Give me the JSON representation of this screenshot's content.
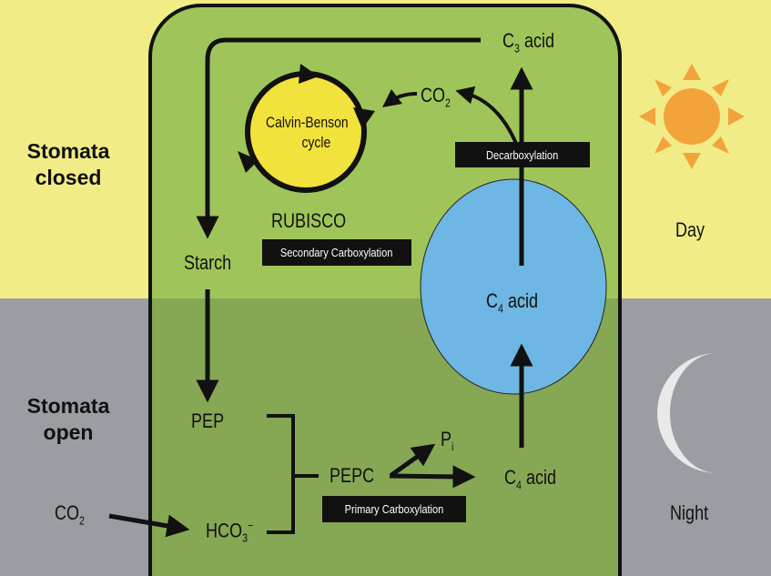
{
  "labels": {
    "stomata_closed_1": "Stomata",
    "stomata_closed_2": "closed",
    "stomata_open_1": "Stomata",
    "stomata_open_2": "open",
    "day": "Day",
    "night": "Night",
    "c3_acid_c": "C",
    "c3_acid_sub": "3",
    "c3_acid_rest": " acid",
    "co2_inner_main": "CO",
    "co2_inner_sub": "2",
    "calvin_line1": "Calvin-Benson",
    "calvin_line2": "cycle",
    "decarboxylation": "Decarboxylation",
    "rubisco": "RUBISCO",
    "secondary_carboxylation": "Secondary Carboxylation",
    "starch": "Starch",
    "c4_acid_mid_c": "C",
    "c4_acid_mid_sub": "4",
    "c4_acid_mid_rest": " acid",
    "pep": "PEP",
    "pepc": "PEPC",
    "pi_main": "P",
    "pi_sub": "i",
    "c4_acid_low_c": "C",
    "c4_acid_low_sub": "4",
    "c4_acid_low_rest": " acid",
    "primary_carboxylation": "Primary Carboxylation",
    "co2_outer_main": "CO",
    "co2_outer_sub": "2",
    "hco3_main": "HCO",
    "hco3_sub": "3",
    "hco3_sup": "−"
  },
  "colors": {
    "day_band": "#f1ec86",
    "night_band": "#9a9da1",
    "cell_day": "#9fc55a",
    "cell_night": "#86a754",
    "vacuole": "#6eb6e3",
    "calvin_cycle": "#f2e23c",
    "sun": "#f3a33c",
    "moon": "#e9e9e9",
    "label_box": "#111111"
  },
  "icons": [
    "sun-icon",
    "moon-icon"
  ]
}
